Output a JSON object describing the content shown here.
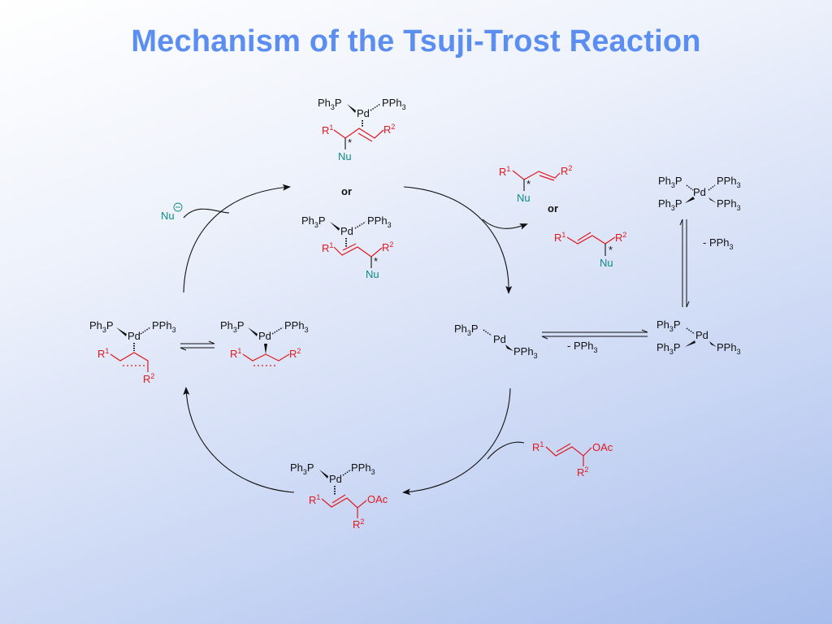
{
  "title": "Mechanism of the Tsuji-Trost Reaction",
  "colors": {
    "title": "#5b8ef0",
    "reagent": "#e0181e",
    "nucleophile": "#0e8a88",
    "text": "#111111"
  },
  "labels": {
    "ph3p": "Ph",
    "sub3": "3",
    "p": "P",
    "pph": "PPh",
    "pd": "Pd",
    "r": "R",
    "one": "1",
    "two": "2",
    "nu": "Nu",
    "star": "*",
    "oac": "OAc",
    "or": "or",
    "minus_pph3": "- PPh",
    "nu_charge": "⊖"
  }
}
